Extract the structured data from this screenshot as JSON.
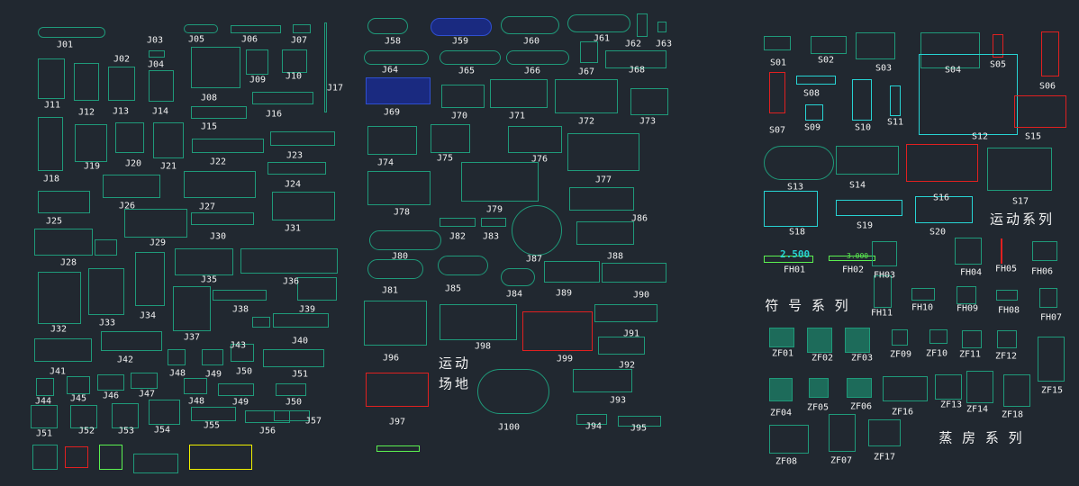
{
  "labels": [
    "J01",
    "J02",
    "J03",
    "J04",
    "J05",
    "J06",
    "J07",
    "J08",
    "J09",
    "J10",
    "J17",
    "J11",
    "J12",
    "J13",
    "J14",
    "J16",
    "J15",
    "J18",
    "J19",
    "J20",
    "J21",
    "J22",
    "J23",
    "J24",
    "J25",
    "J26",
    "J27",
    "J31",
    "J29",
    "J30",
    "J28",
    "J35",
    "J36",
    "J32",
    "J33",
    "J34",
    "J38",
    "J39",
    "J37",
    "J40",
    "J43",
    "J41",
    "J42",
    "J48",
    "J49",
    "J50",
    "J51",
    "J44",
    "J45",
    "J46",
    "J47",
    "J48",
    "J49",
    "J50",
    "J57",
    "J51",
    "J52",
    "J53",
    "J54",
    "J55",
    "J56",
    "J58",
    "J59",
    "J60",
    "J61",
    "J62",
    "J63",
    "J64",
    "J65",
    "J66",
    "J67",
    "J68",
    "J69",
    "J70",
    "J71",
    "J72",
    "J73",
    "J74",
    "J75",
    "J76",
    "J77",
    "J78",
    "J79",
    "J86",
    "J82",
    "J83",
    "J80",
    "J87",
    "J88",
    "J81",
    "J85",
    "J84",
    "J89",
    "J90",
    "J91",
    "J96",
    "J98",
    "J99",
    "J92",
    "J93",
    "J97",
    "J100",
    "J94",
    "J95",
    "S01",
    "S02",
    "S03",
    "S04",
    "S05",
    "S06",
    "S07",
    "S08",
    "S09",
    "S10",
    "S11",
    "S12",
    "S15",
    "S13",
    "S14",
    "S16",
    "S17",
    "S18",
    "S19",
    "S20",
    "FH01",
    "FH02",
    "FH03",
    "FH04",
    "FH05",
    "FH06",
    "FH11",
    "FH10",
    "FH09",
    "FH08",
    "FH07",
    "ZF01",
    "ZF02",
    "ZF03",
    "ZF09",
    "ZF10",
    "ZF11",
    "ZF12",
    "ZF15",
    "ZF04",
    "ZF05",
    "ZF06",
    "ZF16",
    "ZF13",
    "ZF14",
    "ZF18",
    "ZF08",
    "ZF07",
    "ZF17"
  ],
  "titles": {
    "sports_field_1": "运动",
    "sports_field_2": "场地",
    "sports_series": "运动系列",
    "symbol_series": "符 号 系 列",
    "sauna_series": "蒸 房 系 列"
  },
  "elevation_marks": {
    "fh01": "2.500",
    "fh02": "3.000"
  },
  "colors": {
    "background": "#212830",
    "teal": "#1f9a7a",
    "cyan": "#27d3d3",
    "red": "#e02020",
    "label": "#f2f2f2"
  }
}
